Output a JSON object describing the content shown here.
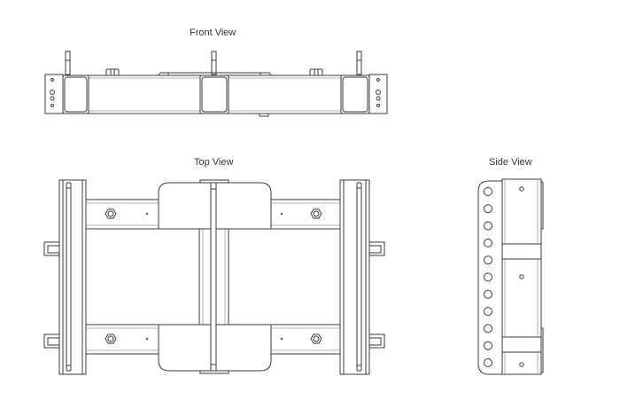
{
  "drawing": {
    "views": {
      "front": {
        "label": "Front View"
      },
      "top": {
        "label": "Top View"
      },
      "side": {
        "label": "Side View"
      }
    },
    "colors": {
      "line": "#3a3a3a",
      "hidden": "#9a9a9a",
      "background": "#ffffff"
    },
    "side_view_hole_count": 11
  }
}
